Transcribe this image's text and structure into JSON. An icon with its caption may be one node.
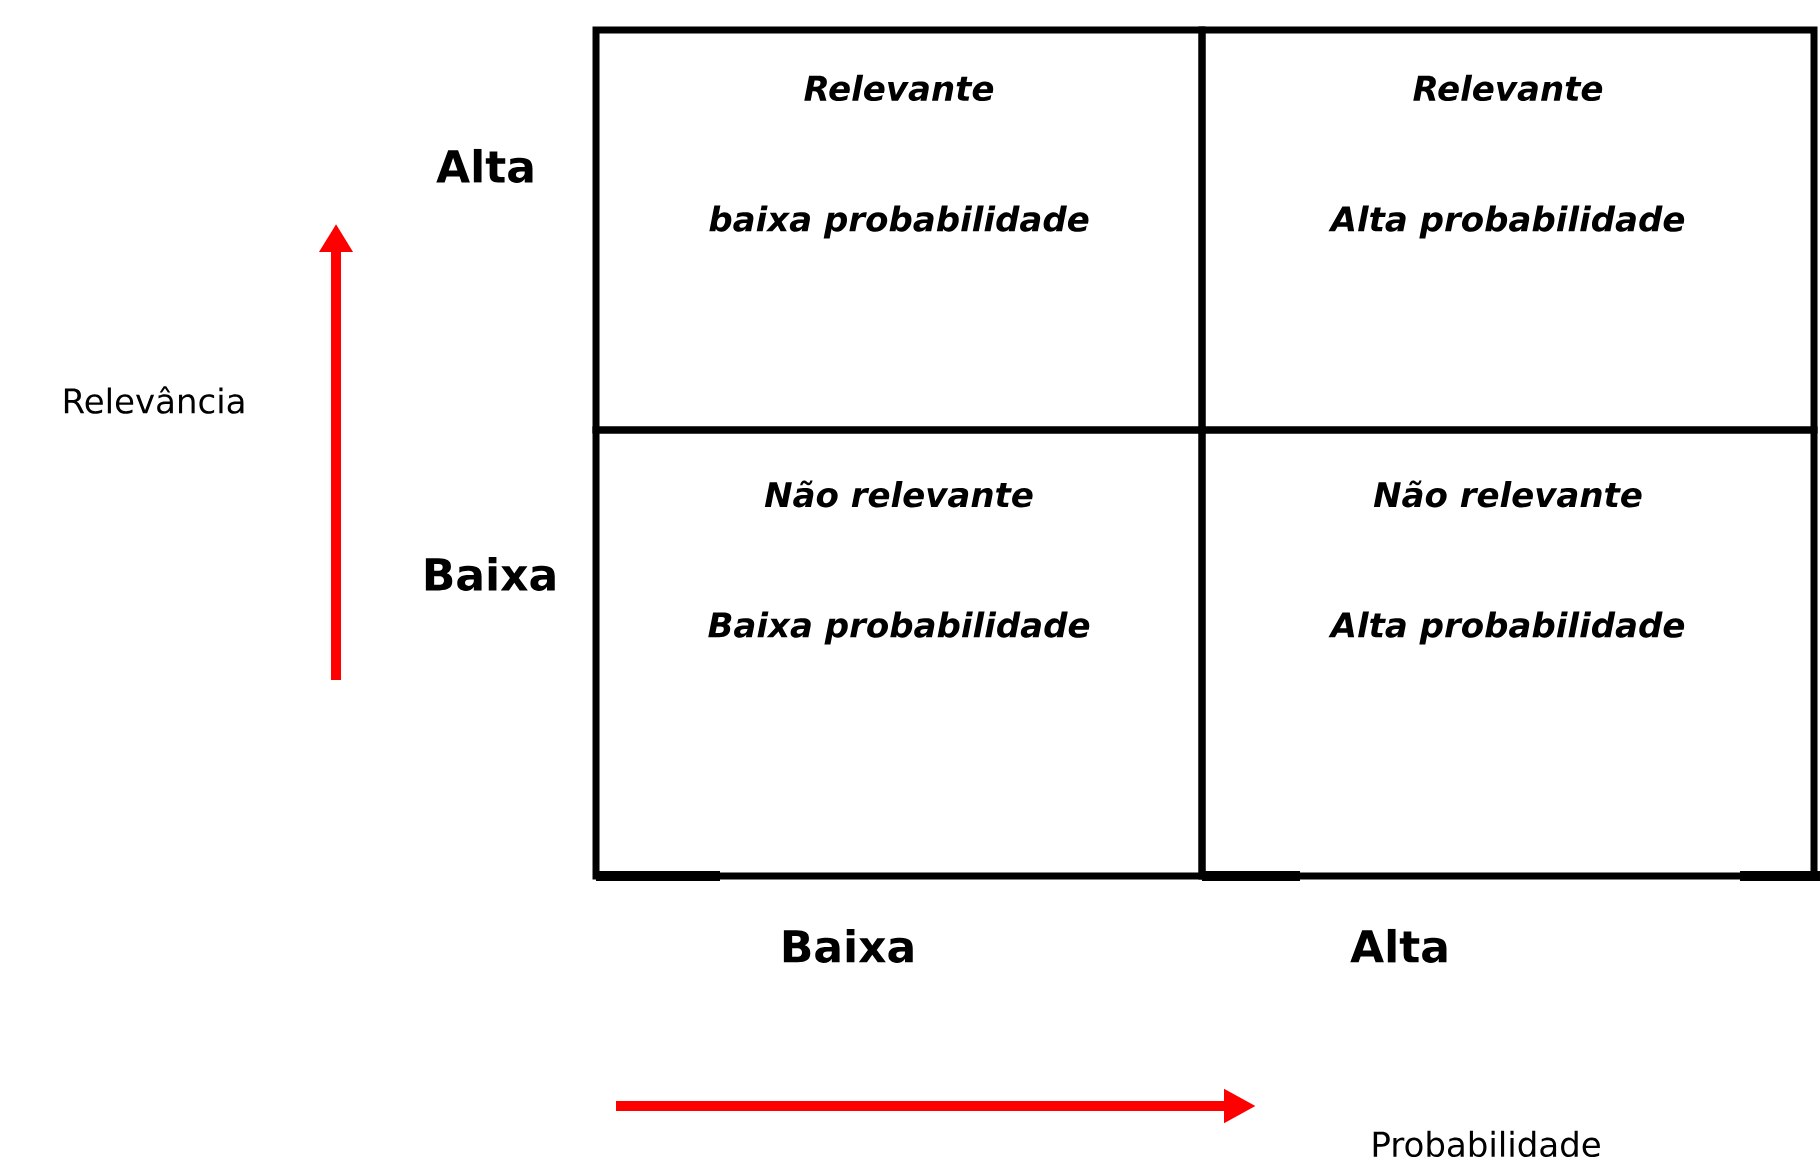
{
  "diagram": {
    "nodes": [
      {
        "text": [
          "Relevante",
          "baixa probabilidade"
        ]
      },
      {
        "text": [
          "Relevante",
          "Alta probabilidade"
        ]
      },
      {
        "text": [
          "Não relevante",
          "Baixa probabilidade"
        ]
      },
      {
        "text": [
          "Não relevante",
          "Alta probabilidade"
        ]
      }
    ],
    "labels": [
      "Alta",
      "Relevância",
      "Baixa",
      "Baixa",
      "Alta",
      "Probabilidade"
    ]
  }
}
